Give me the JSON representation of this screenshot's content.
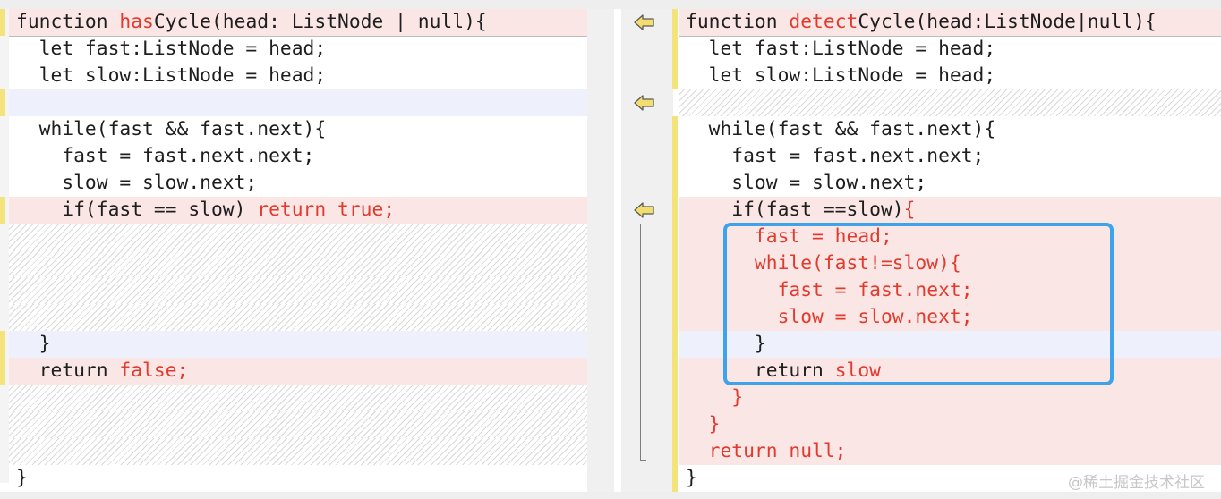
{
  "left_pane": {
    "lines": [
      {
        "kind": "changed",
        "segments": [
          {
            "t": "function "
          },
          {
            "t": "has",
            "red": true
          },
          {
            "t": "Cycle(head: ListNode | null){"
          }
        ]
      },
      {
        "kind": "normal",
        "segments": [
          {
            "t": "  let fast:ListNode = head;"
          }
        ]
      },
      {
        "kind": "normal",
        "segments": [
          {
            "t": "  let slow:ListNode = head;"
          }
        ]
      },
      {
        "kind": "blank",
        "segments": [
          {
            "t": ""
          }
        ]
      },
      {
        "kind": "normal",
        "segments": [
          {
            "t": "  while(fast && fast.next){"
          }
        ]
      },
      {
        "kind": "normal",
        "segments": [
          {
            "t": "    fast = fast.next.next;"
          }
        ]
      },
      {
        "kind": "normal",
        "segments": [
          {
            "t": "    slow = slow.next;"
          }
        ]
      },
      {
        "kind": "changed",
        "segments": [
          {
            "t": "    if(fast == slow) "
          },
          {
            "t": "return true;",
            "red": true
          }
        ]
      },
      {
        "kind": "hatch",
        "segments": [
          {
            "t": ""
          }
        ]
      },
      {
        "kind": "hatch",
        "segments": [
          {
            "t": ""
          }
        ]
      },
      {
        "kind": "hatch",
        "segments": [
          {
            "t": ""
          }
        ]
      },
      {
        "kind": "hatch",
        "segments": [
          {
            "t": ""
          }
        ]
      },
      {
        "kind": "blank",
        "segments": [
          {
            "t": "  }"
          }
        ]
      },
      {
        "kind": "changed",
        "segments": [
          {
            "t": "  return "
          },
          {
            "t": "false;",
            "red": true
          }
        ]
      },
      {
        "kind": "hatch",
        "segments": [
          {
            "t": ""
          }
        ]
      },
      {
        "kind": "hatch",
        "segments": [
          {
            "t": ""
          }
        ]
      },
      {
        "kind": "hatch",
        "segments": [
          {
            "t": ""
          }
        ]
      },
      {
        "kind": "normal",
        "segments": [
          {
            "t": "}"
          }
        ]
      }
    ]
  },
  "right_pane": {
    "lines": [
      {
        "kind": "changed",
        "segments": [
          {
            "t": "function "
          },
          {
            "t": "detect",
            "red": true
          },
          {
            "t": "Cycle(head:ListNode|null){"
          }
        ]
      },
      {
        "kind": "normal",
        "segments": [
          {
            "t": "  let fast:ListNode = head;"
          }
        ]
      },
      {
        "kind": "normal",
        "segments": [
          {
            "t": "  let slow:ListNode = head;"
          }
        ]
      },
      {
        "kind": "hatch",
        "segments": [
          {
            "t": ""
          }
        ]
      },
      {
        "kind": "normal",
        "segments": [
          {
            "t": "  while(fast && fast.next){"
          }
        ]
      },
      {
        "kind": "normal",
        "segments": [
          {
            "t": "    fast = fast.next.next;"
          }
        ]
      },
      {
        "kind": "normal",
        "segments": [
          {
            "t": "    slow = slow.next;"
          }
        ]
      },
      {
        "kind": "changed",
        "segments": [
          {
            "t": "    if(fast ==slow)"
          },
          {
            "t": "{",
            "red": true
          }
        ]
      },
      {
        "kind": "changed",
        "segments": [
          {
            "t": "      fast = head;",
            "red": true
          }
        ]
      },
      {
        "kind": "changed",
        "segments": [
          {
            "t": "      while(fast!=slow){",
            "red": true
          }
        ]
      },
      {
        "kind": "changed",
        "segments": [
          {
            "t": "        fast = fast.next;",
            "red": true
          }
        ]
      },
      {
        "kind": "changed",
        "segments": [
          {
            "t": "        slow = slow.next;",
            "red": true
          }
        ]
      },
      {
        "kind": "blank",
        "segments": [
          {
            "t": "      }"
          }
        ]
      },
      {
        "kind": "changed",
        "segments": [
          {
            "t": "      return "
          },
          {
            "t": "slow",
            "red": true
          }
        ]
      },
      {
        "kind": "changed",
        "segments": [
          {
            "t": "    }",
            "red": true
          }
        ]
      },
      {
        "kind": "changed",
        "segments": [
          {
            "t": "  }",
            "red": true
          }
        ]
      },
      {
        "kind": "changed",
        "segments": [
          {
            "t": "  return null;",
            "red": true
          }
        ]
      },
      {
        "kind": "normal",
        "segments": [
          {
            "t": "}"
          }
        ]
      }
    ]
  },
  "merge_arrows": [
    {
      "icon": "merge-left-arrow-icon",
      "line": 0
    },
    {
      "icon": "merge-left-arrow-icon",
      "line": 3
    },
    {
      "icon": "merge-left-arrow-icon",
      "line": 7
    }
  ],
  "highlight_box": {
    "color": "#3ea3ea"
  },
  "colors": {
    "changed_bg": "#fbe6e6",
    "blank_bg": "#eef0fb",
    "red_text": "#e23b2e",
    "marker": "#f4e27a",
    "arrow_fill": "#f2dd6e"
  },
  "watermark": "@稀土掘金技术社区"
}
